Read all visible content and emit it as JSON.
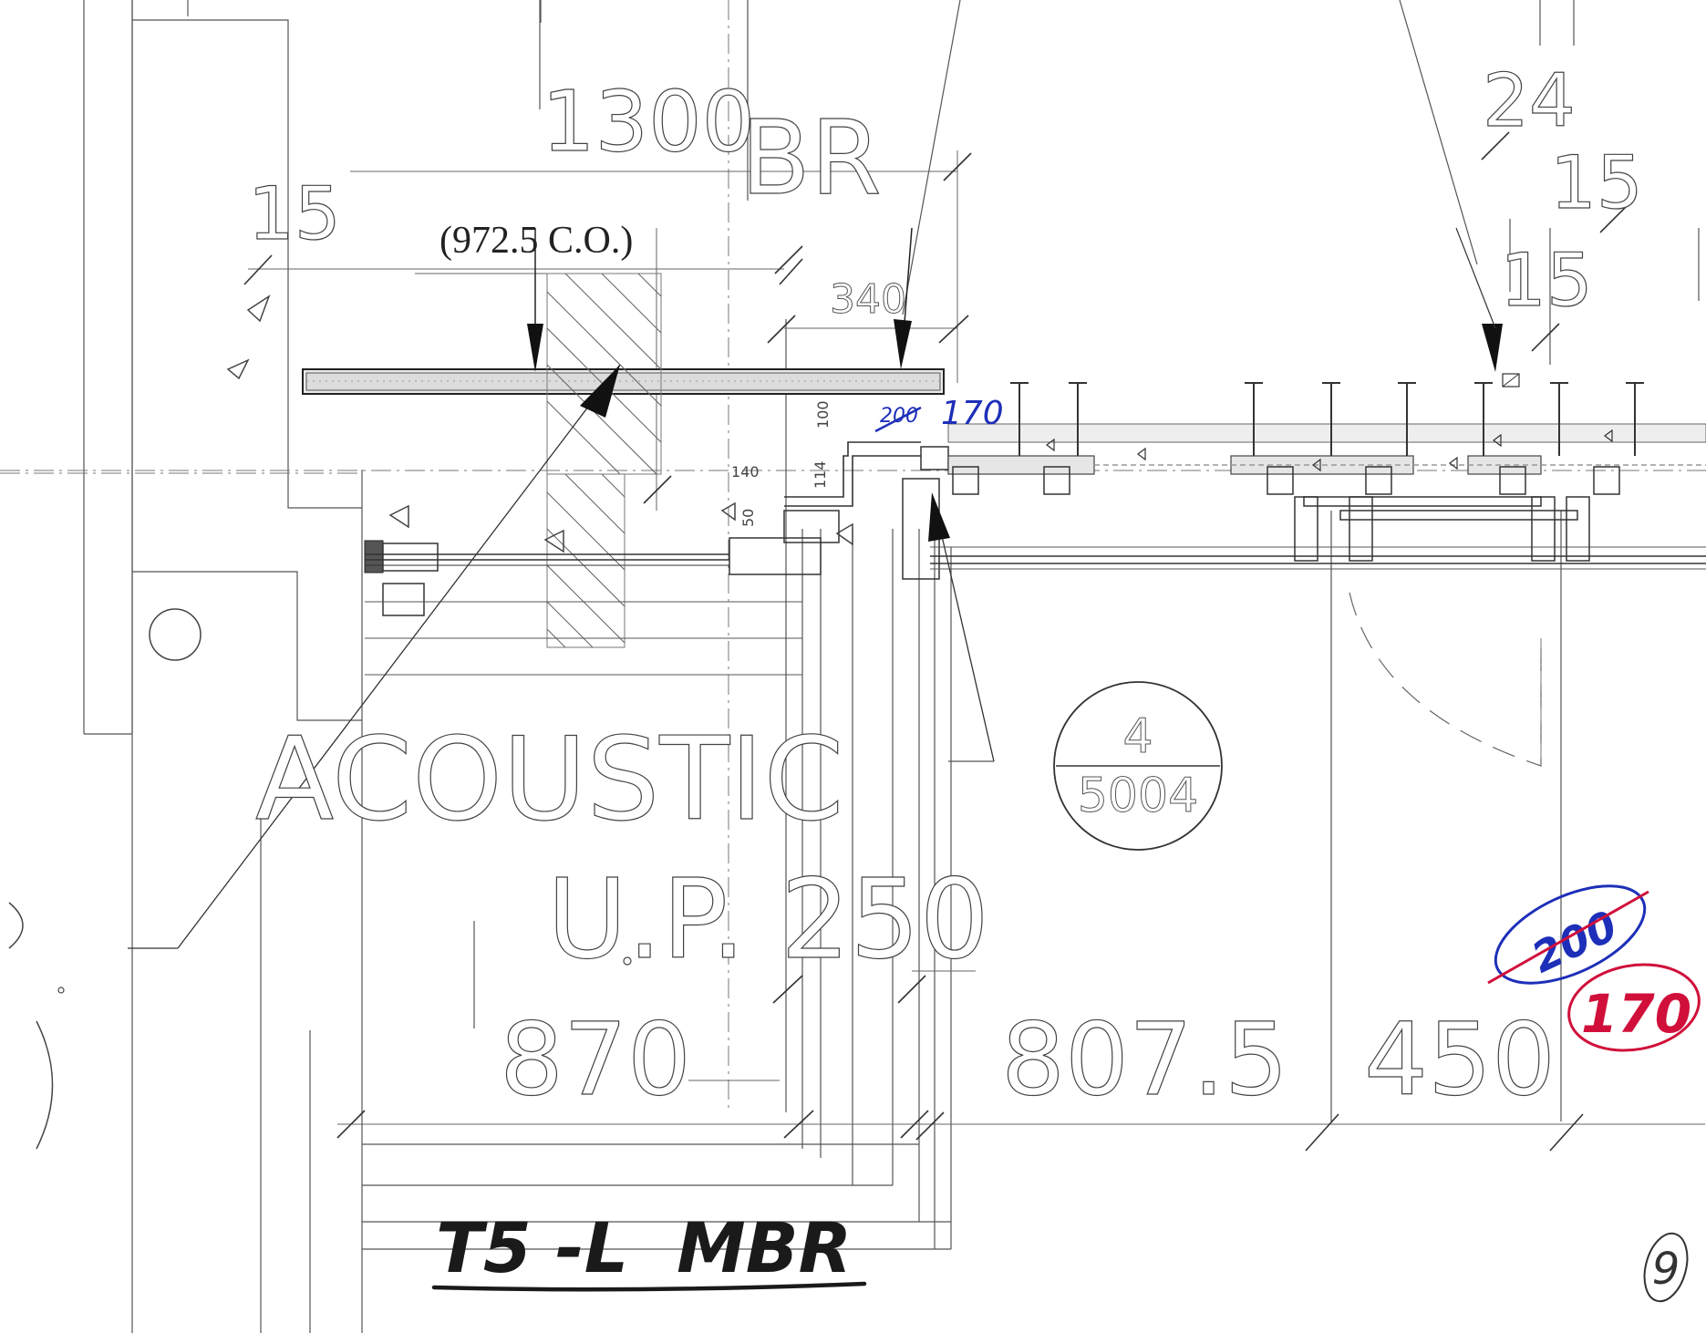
{
  "drawing": {
    "dimensions": {
      "d1300": "1300",
      "d15_left": "15",
      "d24": "24",
      "d15_right_a": "15",
      "d15_right_b": "15",
      "d340": "340",
      "d100": "100",
      "d114": "114",
      "d140": "140",
      "d50": "50",
      "d870": "870",
      "d807_5": "807.5",
      "d450": "450",
      "cutout": "(972.5 C.O.)"
    },
    "room_labels": {
      "br": "BR",
      "acoustic": "ACOUSTIC",
      "up250": "U.P. 250"
    },
    "callout": {
      "top": "4",
      "bottom": "5004"
    },
    "markups": {
      "blue_struck": "200",
      "blue_new": "170",
      "red_struck": "200",
      "red_new": "170",
      "title": "T5 -L  MBR",
      "page_number": "9"
    },
    "colors": {
      "ink": "#333333",
      "red_markup": "#d0103a",
      "blue_markup": "#1d2fb8"
    }
  }
}
